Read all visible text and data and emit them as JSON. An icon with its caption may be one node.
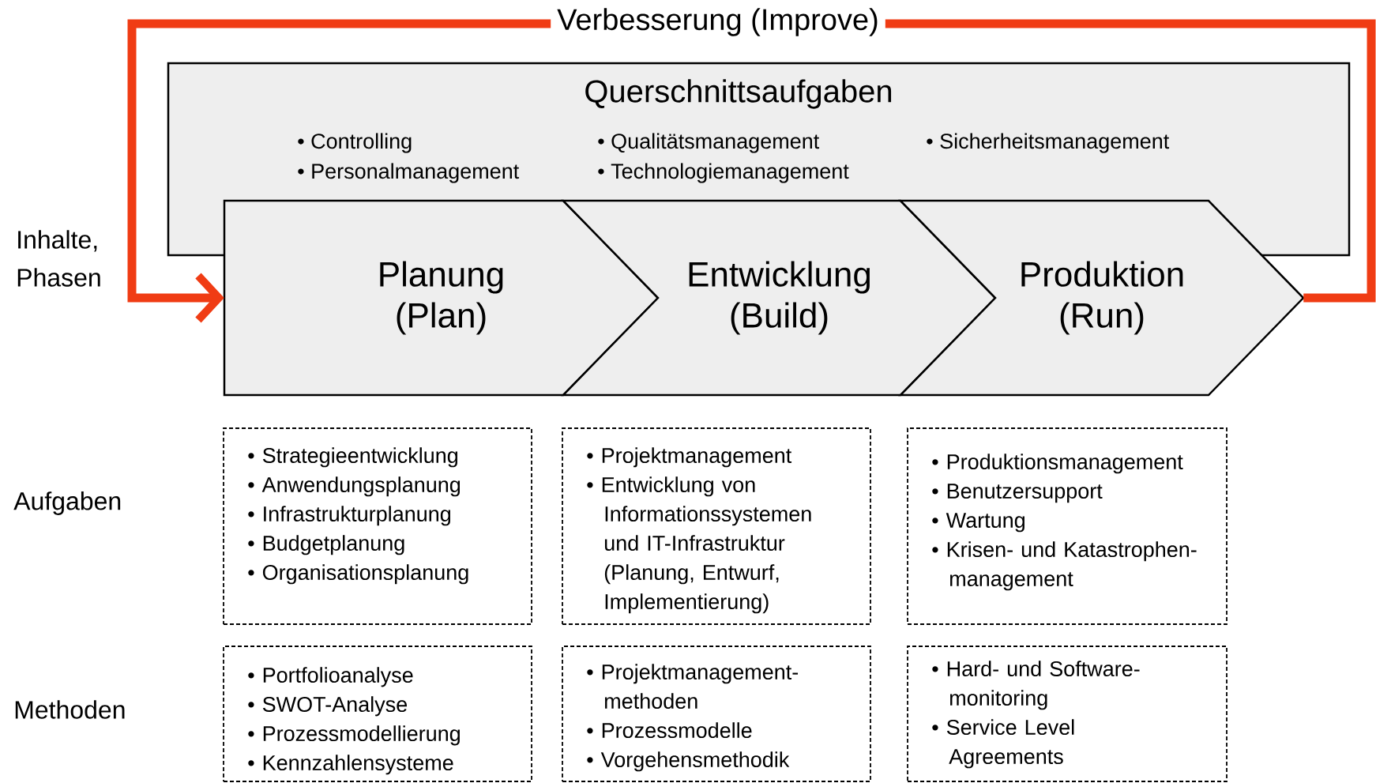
{
  "diagram": {
    "nodes": [
      {
        "text": [
          "Querschnittsaufgaben",
          "• Controlling",
          "• Personalmanagement",
          "• Qualitätsmanagement",
          "• Technologiemanagement",
          "• Sicherheitsmanagement"
        ]
      },
      {
        "text": [
          "Planung (Plan)"
        ]
      },
      {
        "text": [
          "Entwicklung (Build)"
        ]
      },
      {
        "text": [
          "Produktion (Run)"
        ]
      },
      {
        "text": [
          "• Strategieentwicklung",
          "• Anwendungsplanung",
          "• Infrastrukturplanung",
          "• Budgetplanung",
          "• Organisationsplanung"
        ]
      },
      {
        "text": [
          "• Projektmanagement",
          "• Entwicklung von Informationssystemen und IT-Infrastruktur (Planung, Entwurf, Implementierung)"
        ]
      },
      {
        "text": [
          "• Produktionsmanagement",
          "• Benutzersupport",
          "• Wartung",
          "• Krisen- und Katastrophen-management"
        ]
      },
      {
        "text": [
          "• Portfolioanalyse",
          "• SWOT-Analyse",
          "• Prozessmodellierung",
          "• Kennzahlensysteme"
        ]
      },
      {
        "text": [
          "• Projektmanagement-methoden",
          "• Prozessmodelle",
          "• Vorgehensmethodik"
        ]
      },
      {
        "text": [
          "• Hard- und Software-monitoring",
          "• Service Level Agreements"
        ]
      }
    ],
    "edges": [
      {
        "from": 3,
        "to": 1,
        "arrow": "to",
        "label": "Verbesserung (Improve)",
        "color": "#f03c14"
      }
    ],
    "labels": [
      "Inhalte, Phasen",
      "Aufgaben",
      "Methoden"
    ]
  }
}
